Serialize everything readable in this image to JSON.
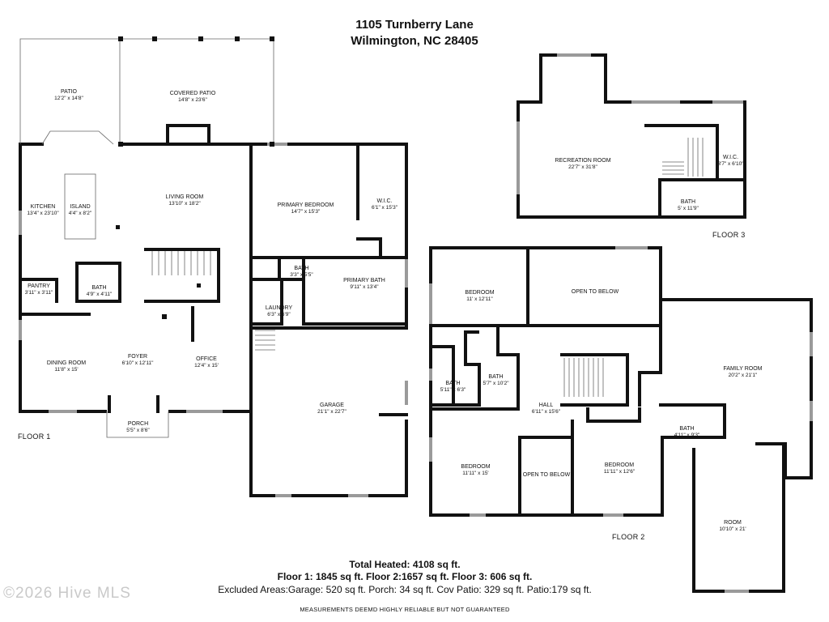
{
  "header": {
    "address_line1": "1105 Turnberry Lane",
    "address_line2": "Wilmington, NC 28405"
  },
  "floors": {
    "floor1": "FLOOR 1",
    "floor2": "FLOOR 2",
    "floor3": "FLOOR 3"
  },
  "rooms_floor1": {
    "patio": {
      "name": "Patio",
      "dim": "12'2\" x 14'8\""
    },
    "covered_patio": {
      "name": "Covered Patio",
      "dim": "14'8\" x 23'6\""
    },
    "kitchen": {
      "name": "Kitchen",
      "dim": "13'4\" x 23'10\""
    },
    "island": {
      "name": "Island",
      "dim": "4'4\" x 8'2\""
    },
    "living_room": {
      "name": "Living Room",
      "dim": "13'10\" x 18'2\""
    },
    "primary_bedroom": {
      "name": "Primary Bedroom",
      "dim": "14'7\" x 15'3\""
    },
    "wic": {
      "name": "W.I.C.",
      "dim": "6'1\" x 15'3\""
    },
    "pantry": {
      "name": "Pantry",
      "dim": "3'11\" x 3'11\""
    },
    "bath_half": {
      "name": "Bath",
      "dim": "4'9\" x 4'11\""
    },
    "bath_primary_small": {
      "name": "Bath",
      "dim": "3'3\" x 5'5\""
    },
    "primary_bath": {
      "name": "Primary Bath",
      "dim": "9'11\" x 13'4\""
    },
    "laundry": {
      "name": "Laundry",
      "dim": "6'3\" x 6'9\""
    },
    "dining_room": {
      "name": "Dining Room",
      "dim": "11'8\" x 15'"
    },
    "foyer": {
      "name": "Foyer",
      "dim": "6'10\" x 12'11\""
    },
    "office": {
      "name": "Office",
      "dim": "12'4\" x 15'"
    },
    "garage": {
      "name": "Garage",
      "dim": "21'1\" x 22'7\""
    },
    "porch": {
      "name": "Porch",
      "dim": "5'5\" x 8'6\""
    }
  },
  "rooms_floor2": {
    "bedroom_a": {
      "name": "Bedroom",
      "dim": "11' x 12'11\""
    },
    "open_below_a": {
      "name": "Open to Below",
      "dim": ""
    },
    "family_room": {
      "name": "Family Room",
      "dim": "20'2\" x 21'1\""
    },
    "bath_a": {
      "name": "Bath",
      "dim": "5'11\" x 6'3\""
    },
    "bath_b": {
      "name": "Bath",
      "dim": "5'7\" x 10'2\""
    },
    "hall": {
      "name": "Hall",
      "dim": "6'11\" x 15'6\""
    },
    "bath_c": {
      "name": "Bath",
      "dim": "4'11\" x 9'3\""
    },
    "bedroom_b": {
      "name": "Bedroom",
      "dim": "11'11\" x 15'"
    },
    "open_below_b": {
      "name": "Open to Below",
      "dim": ""
    },
    "bedroom_c": {
      "name": "Bedroom",
      "dim": "11'11\" x 12'6\""
    },
    "room": {
      "name": "Room",
      "dim": "10'10\" x 21'"
    }
  },
  "rooms_floor3": {
    "recreation_room": {
      "name": "Recreation Room",
      "dim": "22'7\" x 31'8\""
    },
    "wic": {
      "name": "W.I.C.",
      "dim": "3'7\" x 6'10\""
    },
    "bath": {
      "name": "Bath",
      "dim": "5' x 11'9\""
    }
  },
  "summary": {
    "total_heated": "Total Heated: 4108 sq ft.",
    "floors_line": "Floor 1: 1845 sq ft. Floor 2:1657 sq ft. Floor 3: 606 sq ft.",
    "excluded_line": "Excluded Areas:Garage: 520 sq ft. Porch: 34 sq ft. Cov Patio: 329 sq ft. Patio:179 sq ft."
  },
  "watermark": "©2026 Hive MLS",
  "disclaimer": "MEASUREMENTS DEEMD HIGHLY RELIABLE BUT NOT GUARANTEED",
  "colors": {
    "wall": "#111111",
    "window": "#9a9a9a",
    "watermark": "#c9c9c9"
  }
}
